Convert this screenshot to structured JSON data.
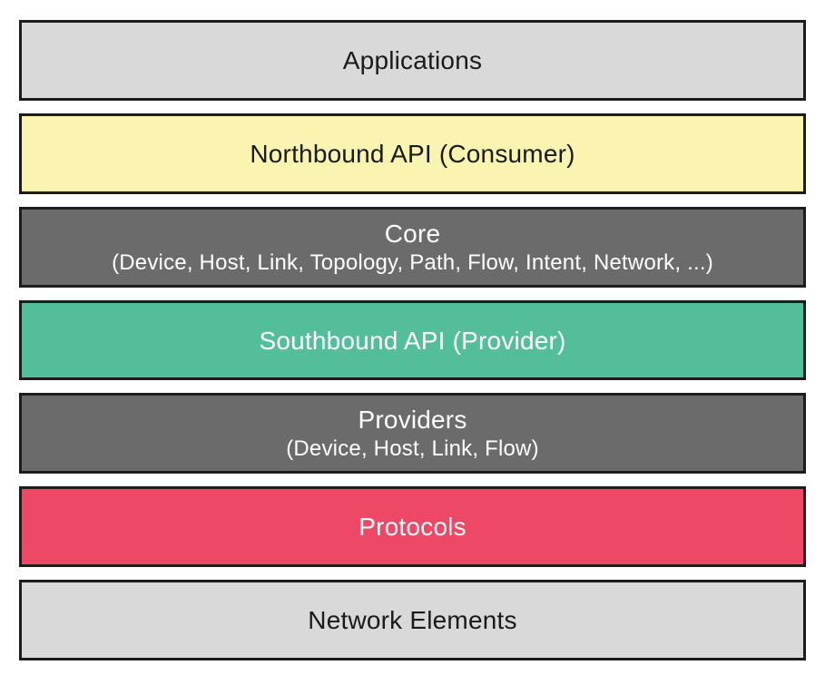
{
  "diagram": {
    "border_color": "#1c1c1c",
    "layers": [
      {
        "label": "Applications",
        "bg": "#d9d9d9",
        "fg": "#1a1a1a"
      },
      {
        "label": "Northbound API (Consumer)",
        "bg": "#fbf4b1",
        "fg": "#1a1a1a"
      },
      {
        "label": "Core",
        "sublabel": "(Device, Host, Link, Topology, Path, Flow, Intent, Network, ...)",
        "bg": "#6b6b6b",
        "fg": "#ffffff"
      },
      {
        "label": "Southbound API (Provider)",
        "bg": "#54bd9a",
        "fg": "#ffffff"
      },
      {
        "label": "Providers",
        "sublabel": "(Device, Host, Link, Flow)",
        "bg": "#6b6b6b",
        "fg": "#ffffff"
      },
      {
        "label": "Protocols",
        "bg": "#ee4867",
        "fg": "#ffffff"
      },
      {
        "label": "Network Elements",
        "bg": "#d9d9d9",
        "fg": "#1a1a1a"
      }
    ]
  }
}
